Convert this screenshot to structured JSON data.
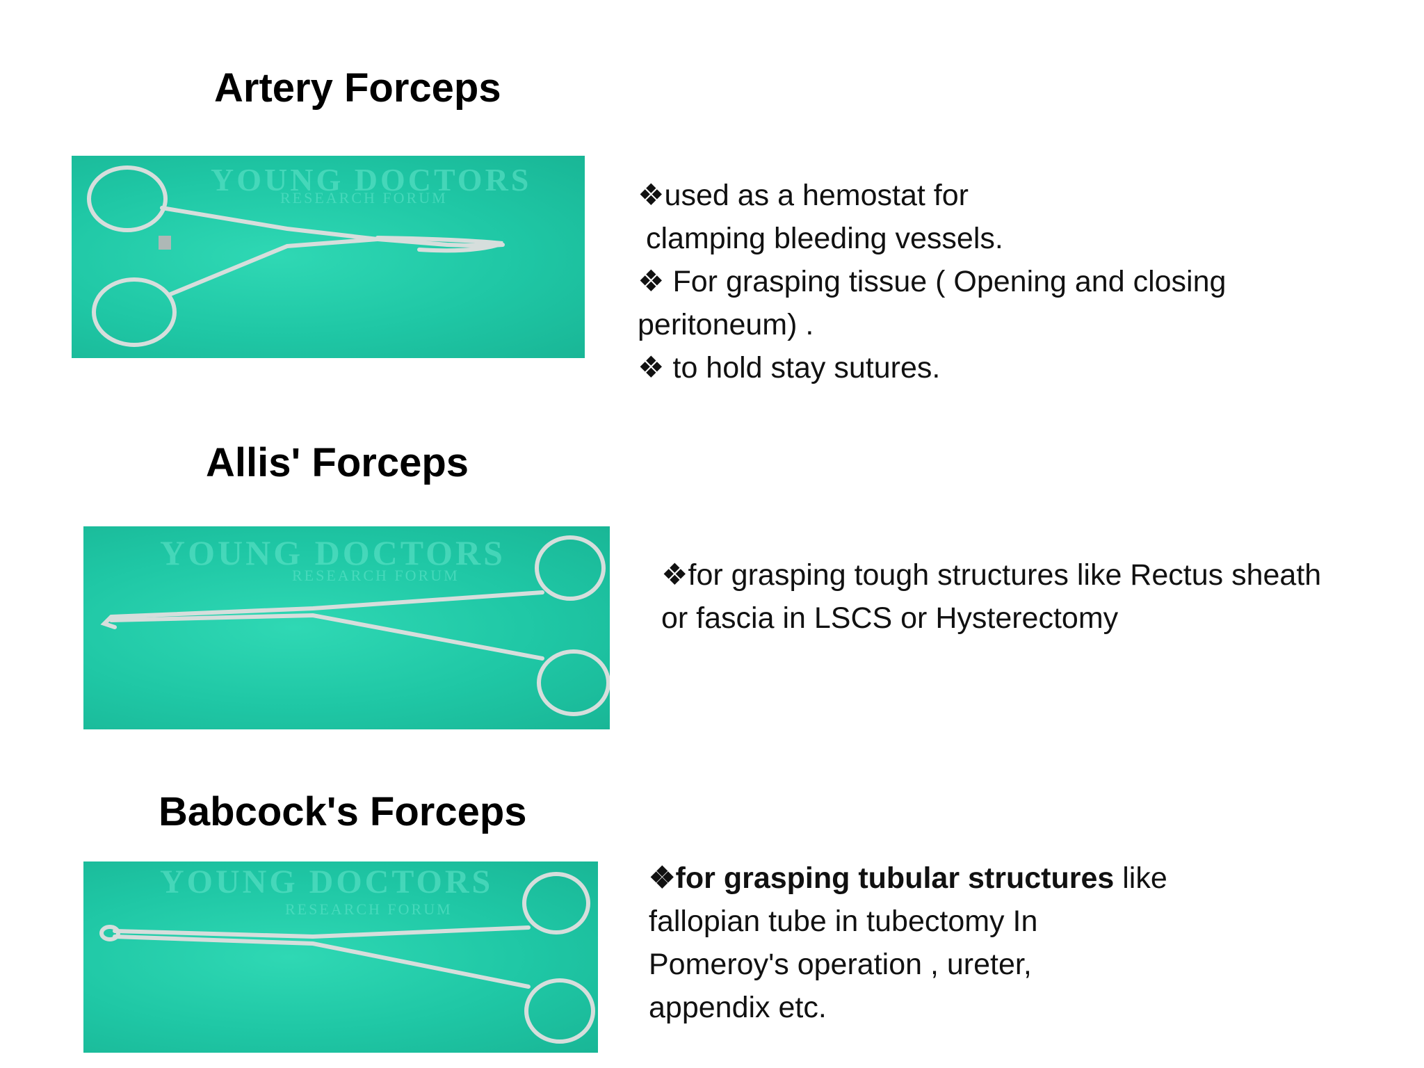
{
  "sections": [
    {
      "title": "Artery Forceps",
      "image_watermark": "YOUNG DOCTORS",
      "image_watermark_sub": "RESEARCH FORUM",
      "lines": [
        "❖used as a hemostat for",
        " clamping bleeding vessels.",
        "❖ For grasping tissue ( Opening and closing",
        "peritoneum) .",
        "❖ to hold stay sutures."
      ]
    },
    {
      "title": "Allis' Forceps",
      "image_watermark": "YOUNG DOCTORS",
      "image_watermark_sub": "RESEARCH FORUM",
      "lines": [
        "❖for grasping tough structures like Rectus sheath",
        "or fascia in LSCS or Hysterectomy"
      ]
    },
    {
      "title": "Babcock's Forceps",
      "image_watermark": "YOUNG DOCTORS",
      "image_watermark_sub": "RESEARCH FORUM",
      "line1_bold": "❖for grasping tubular structures",
      "line1_rest": " like",
      "lines": [
        "fallopian tube in tubectomy In",
        "Pomeroy's operation , ureter,",
        "appendix etc."
      ]
    }
  ],
  "colors": {
    "photo_bg": "#1fc7a5",
    "steel": "#c9d2d0"
  }
}
